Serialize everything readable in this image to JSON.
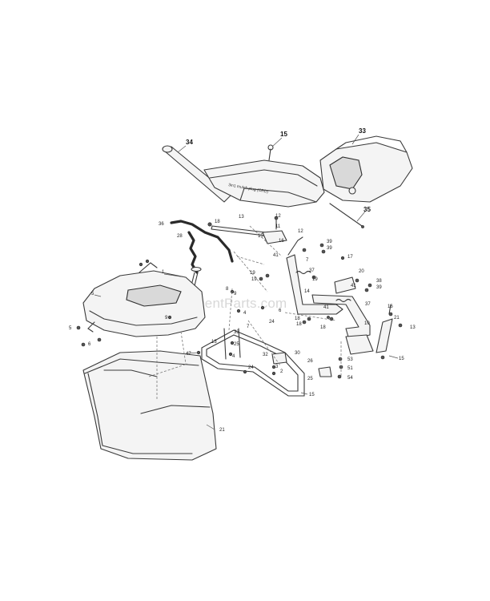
{
  "watermark": "eReplacementParts.com",
  "decal_text": "3in1 mulch plug (CRD)",
  "labels": {
    "p34": "34",
    "p15a": "15",
    "p33": "33",
    "p35": "35",
    "p36": "36",
    "p28": "28",
    "p18a": "18",
    "p13a": "13",
    "p12a": "12",
    "p11": "11",
    "p16a": "16",
    "p12b": "12",
    "p15b": "15",
    "p39a": "39",
    "p39b": "39",
    "p41a": "41",
    "p19a": "19",
    "p7a": "7",
    "p19b": "19",
    "p37a": "37",
    "p17": "17",
    "p19c": "19",
    "p20": "20",
    "p41b": "41",
    "p38": "38",
    "p39c": "39",
    "p37b": "37",
    "p14": "14",
    "p18b": "18",
    "p18c": "18",
    "p41c": "41",
    "p18d": "18",
    "p10": "10",
    "p21a": "21",
    "p16b": "16",
    "p13b": "13",
    "p15c": "15",
    "p5a": "5",
    "p1": "1",
    "p8": "8",
    "p9": "9",
    "p6": "6",
    "p4": "4",
    "p7b": "7",
    "p24": "24",
    "p33b": "33",
    "p13c": "13",
    "p25a": "25",
    "p47": "47",
    "p2": "2",
    "p4b": "4",
    "p32": "32",
    "p30": "30",
    "p26": "26",
    "p3": "3",
    "p25b": "25",
    "p24b": "24",
    "p15d": "15",
    "p53": "53",
    "p51": "51",
    "p54": "54",
    "p5b": "5",
    "p6b": "6",
    "p9b": "9",
    "p21b": "21"
  }
}
